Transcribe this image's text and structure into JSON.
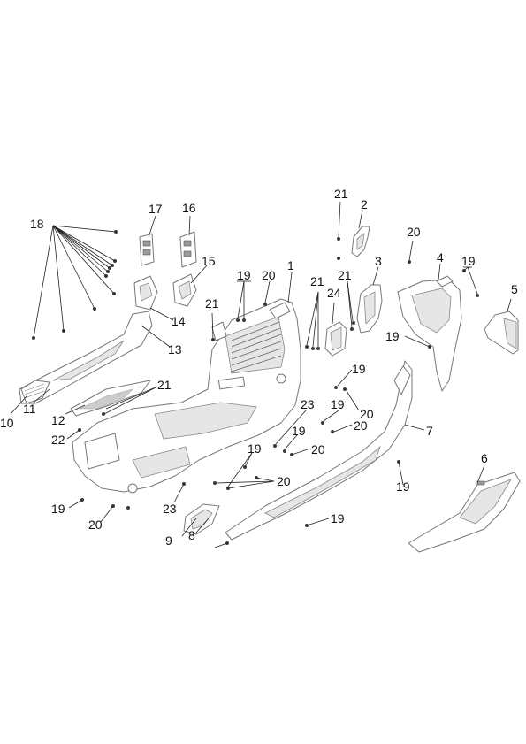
{
  "callouts": [
    {
      "id": "c1",
      "label": "1"
    },
    {
      "id": "c2",
      "label": "2"
    },
    {
      "id": "c3",
      "label": "3"
    },
    {
      "id": "c4",
      "label": "4"
    },
    {
      "id": "c5",
      "label": "5"
    },
    {
      "id": "c6",
      "label": "6"
    },
    {
      "id": "c7",
      "label": "7"
    },
    {
      "id": "c8",
      "label": "8"
    },
    {
      "id": "c9",
      "label": "9"
    },
    {
      "id": "c10",
      "label": "10"
    },
    {
      "id": "c11",
      "label": "11"
    },
    {
      "id": "c12",
      "label": "12"
    },
    {
      "id": "c13",
      "label": "13"
    },
    {
      "id": "c14",
      "label": "14"
    },
    {
      "id": "c15",
      "label": "15"
    },
    {
      "id": "c16",
      "label": "16"
    },
    {
      "id": "c17",
      "label": "17"
    },
    {
      "id": "c18",
      "label": "18"
    },
    {
      "id": "c19a",
      "label": "19"
    },
    {
      "id": "c19b",
      "label": "19"
    },
    {
      "id": "c19c",
      "label": "19"
    },
    {
      "id": "c19d",
      "label": "19"
    },
    {
      "id": "c19e",
      "label": "19"
    },
    {
      "id": "c19f",
      "label": "19"
    },
    {
      "id": "c19g",
      "label": "19"
    },
    {
      "id": "c19h",
      "label": "19"
    },
    {
      "id": "c19i",
      "label": "19"
    },
    {
      "id": "c19j",
      "label": "19"
    },
    {
      "id": "c20a",
      "label": "20"
    },
    {
      "id": "c20b",
      "label": "20"
    },
    {
      "id": "c20c",
      "label": "20"
    },
    {
      "id": "c20d",
      "label": "20"
    },
    {
      "id": "c20e",
      "label": "20"
    },
    {
      "id": "c20f",
      "label": "20"
    },
    {
      "id": "c20g",
      "label": "20"
    },
    {
      "id": "c21a",
      "label": "21"
    },
    {
      "id": "c21b",
      "label": "21"
    },
    {
      "id": "c21c",
      "label": "21"
    },
    {
      "id": "c21d",
      "label": "21"
    },
    {
      "id": "c21e",
      "label": "21"
    },
    {
      "id": "c22",
      "label": "22"
    },
    {
      "id": "c23a",
      "label": "23"
    },
    {
      "id": "c23b",
      "label": "23"
    },
    {
      "id": "c24",
      "label": "24"
    }
  ]
}
